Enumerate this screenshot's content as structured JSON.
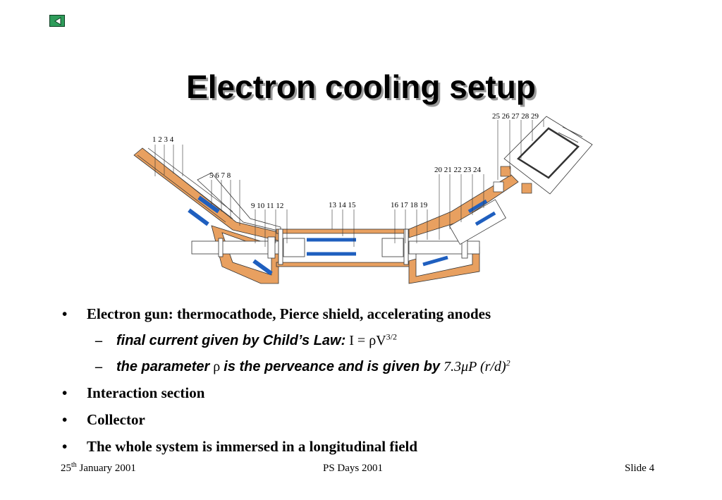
{
  "nav": {
    "icon": "back-triangle-icon",
    "color": "#2e9c5a"
  },
  "title": "Electron cooling setup",
  "diagram": {
    "labels": [
      "1  2  3  4",
      "5  6  7  8",
      "9  10 11 12",
      "13 14 15",
      "16 17 18 19",
      "20 21 22 23 24",
      "25 26 27 28 29"
    ],
    "colors": {
      "vessel": "#e8a060",
      "coil": "#1f5fbf",
      "line": "#333333"
    }
  },
  "bullets": {
    "b1": "Electron gun: thermocathode, Pierce shield, accelerating anodes",
    "sub1_text": "final current given by Child’s Law:",
    "sub1_I": "I",
    "sub1_eq": "=",
    "sub1_rho": "ρ",
    "sub1_V": "V",
    "sub1_exp": "3/2",
    "sub2_a": "the parameter",
    "sub2_rho": "ρ",
    "sub2_b": "is the perveance and is given by",
    "sub2_formula": "7.3μP (r/d)",
    "sub2_exp": "2",
    "b2": "Interaction section",
    "b3": "Collector",
    "b4": "The whole system is immersed in a longitudinal field",
    "bullet_char": "•",
    "dash_char": "–"
  },
  "footer": {
    "date_day": "25",
    "date_sup": "th",
    "date_rest": " January 2001",
    "center": "PS Days 2001",
    "right": "Slide 4"
  }
}
